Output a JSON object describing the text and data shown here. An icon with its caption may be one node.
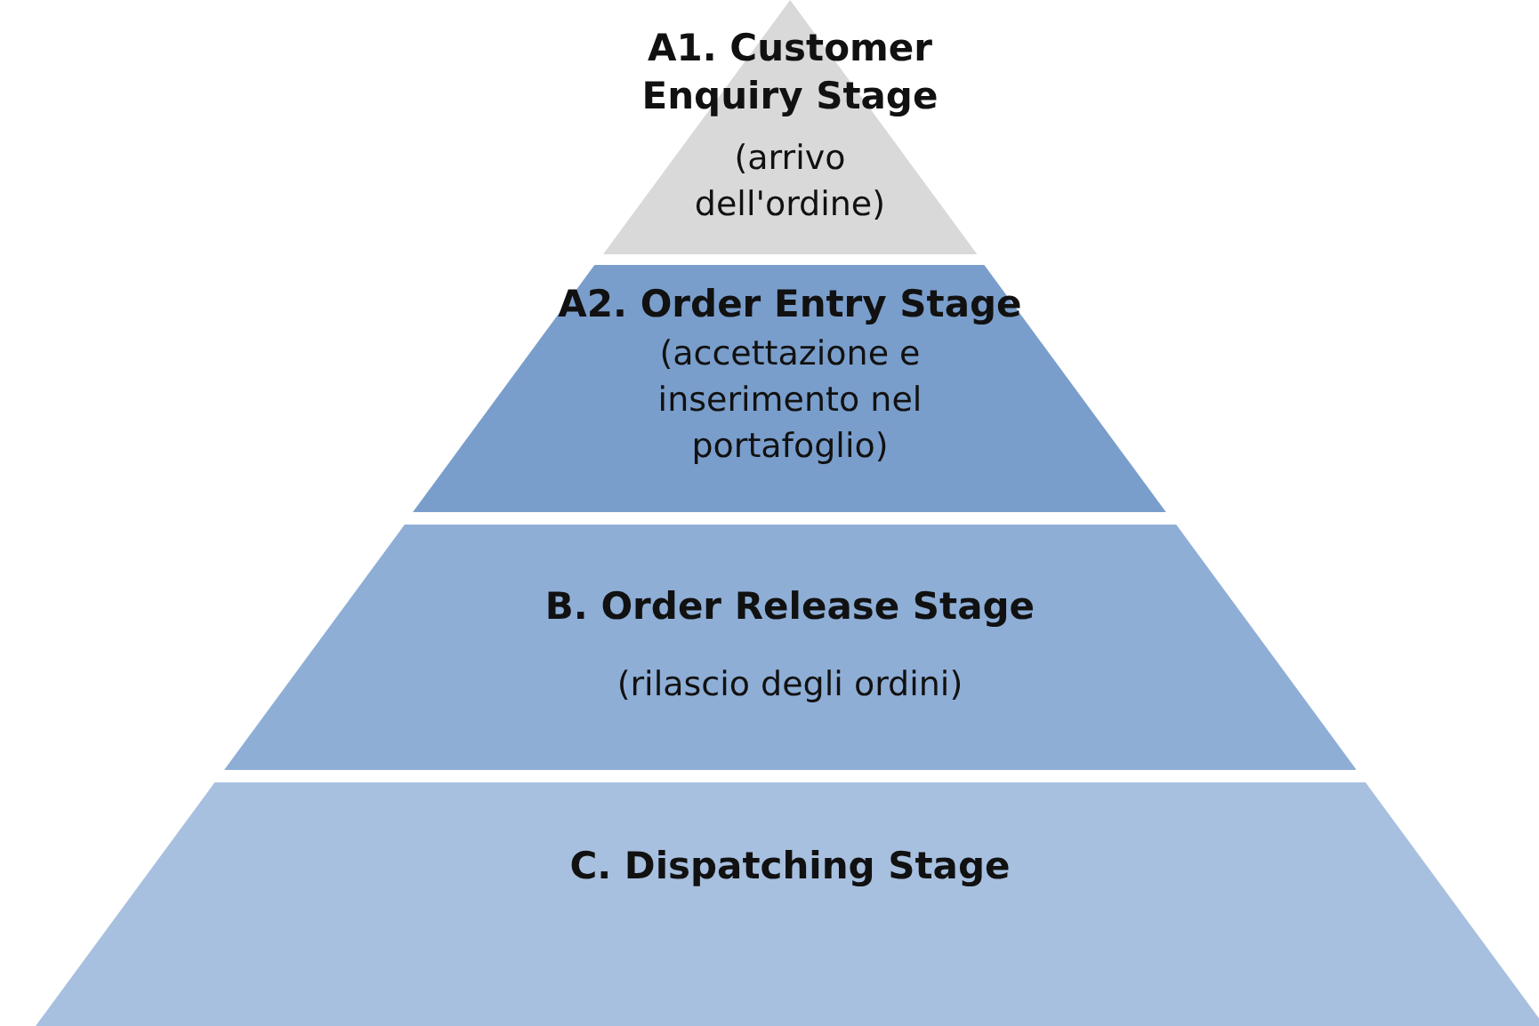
{
  "diagram": {
    "nodes": [
      {
        "text": [
          "A1. Customer Enquiry Stage",
          "(arrivo dell'ordine)"
        ]
      },
      {
        "text": [
          "A2. Order Entry Stage",
          "(accettazione e inserimento nel portafoglio)"
        ]
      },
      {
        "text": [
          "B. Order Release Stage",
          "(rilascio degli ordini)"
        ]
      },
      {
        "text": [
          "C. Dispatching Stage"
        ]
      }
    ]
  }
}
